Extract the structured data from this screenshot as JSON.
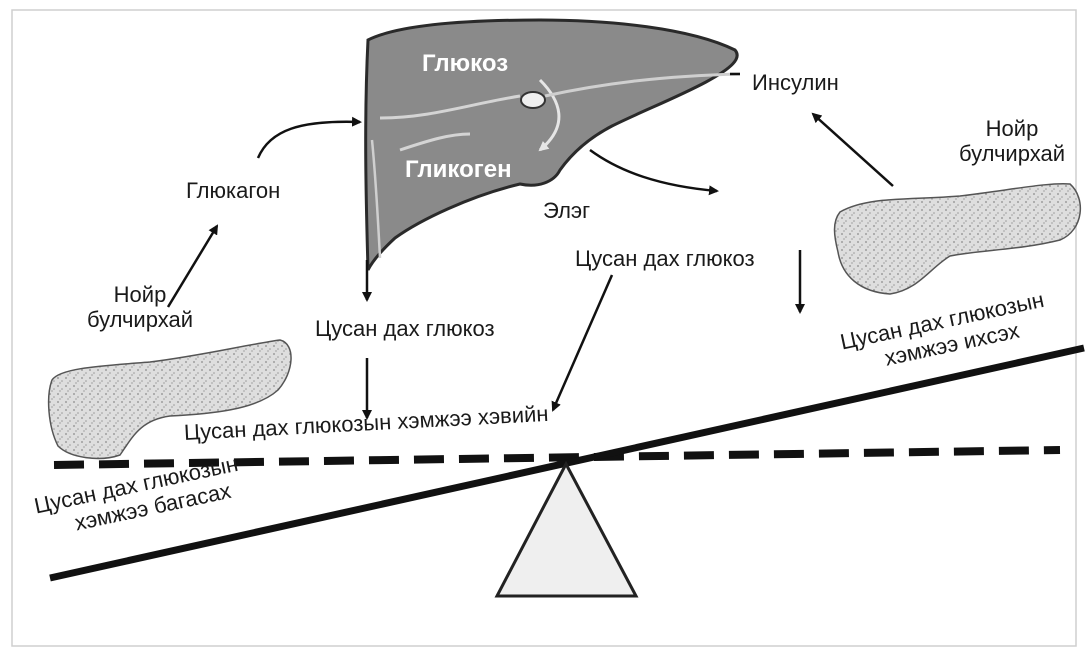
{
  "labels": {
    "glucose_in_liver": "Глюкоз",
    "glycogen": "Гликоген",
    "liver": "Элэг",
    "insulin": "Инсулин",
    "glucagon": "Глюкагон",
    "pancreas_left_line1": "Нойр",
    "pancreas_left_line2": "булчирхай",
    "pancreas_right_line1": "Нойр",
    "pancreas_right_line2": "булчирхай",
    "blood_glucose_left": "Цусан дах глюкоз",
    "blood_glucose_right": "Цусан дах глюкоз",
    "normal_level": "Цусан дах глюкозын хэмжээ хэвийн",
    "decreased_line1": "Цусан дах глюкозын",
    "decreased_line2": "хэмжээ багасах",
    "increased_line1": "Цусан дах глюкозын",
    "increased_line2": "хэмжээ ихсэх"
  },
  "colors": {
    "liver_fill": "#8a8a8a",
    "liver_stroke": "#2a2a2a",
    "pancreas_fill": "#d9d9d9",
    "line": "#111111",
    "fulcrum_fill": "#efefef"
  }
}
